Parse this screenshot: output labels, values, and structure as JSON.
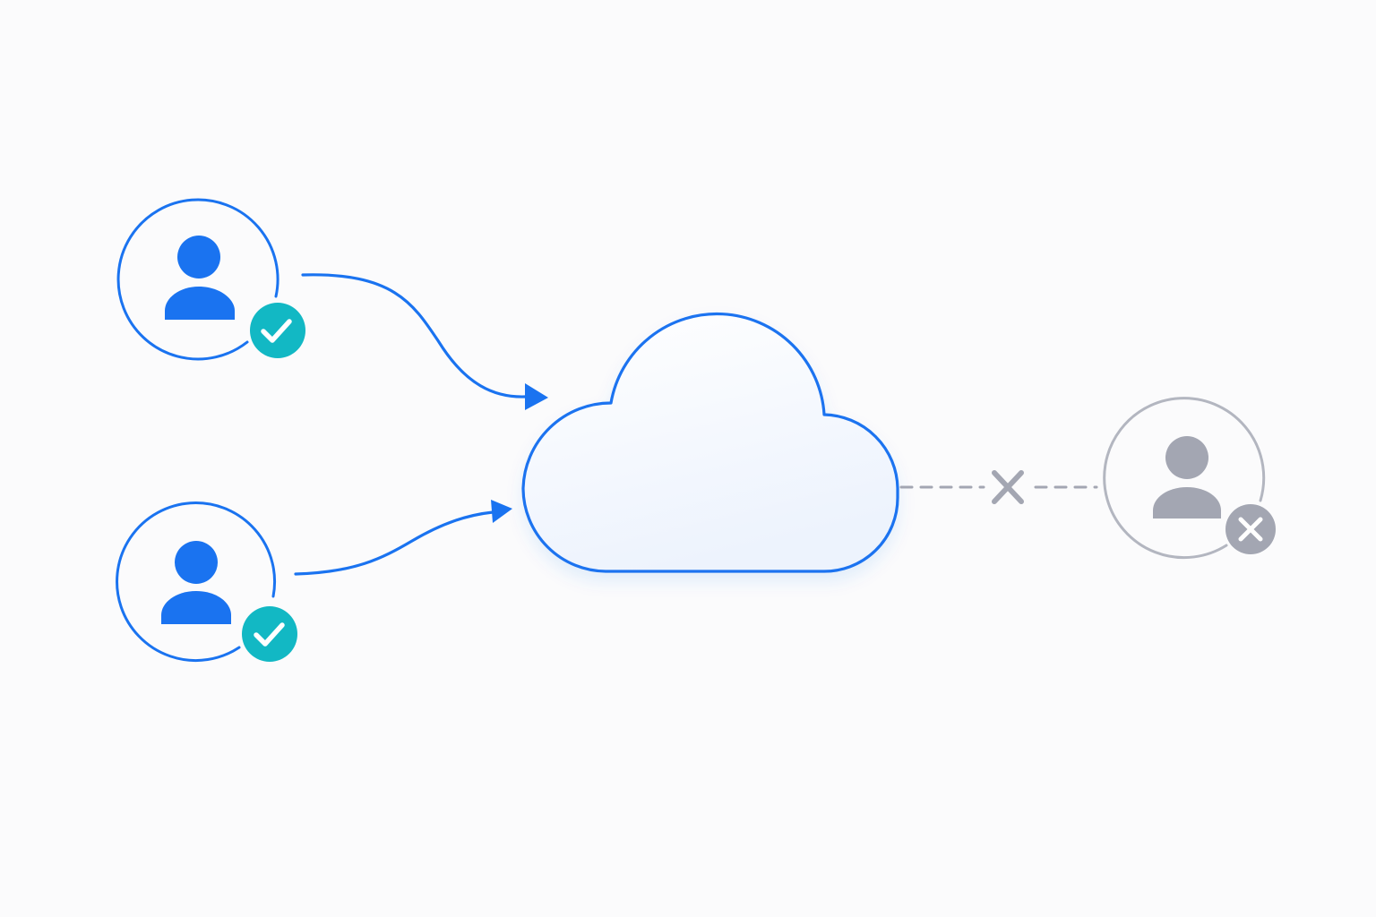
{
  "colors": {
    "background": "#fbfbfc",
    "accent_blue": "#1a73f0",
    "success_teal": "#12b8c4",
    "denied_gray": "#a3a6b2",
    "denied_ring": "#b3b6c0",
    "cloud_fill_top": "#ffffff",
    "cloud_fill_bottom": "#edf3fd",
    "badge_mark": "#ffffff"
  },
  "nodes": [
    {
      "name": "user-top-left",
      "status": "granted",
      "icon": "user-icon",
      "badge_icon": "check-icon"
    },
    {
      "name": "user-bottom-left",
      "status": "granted",
      "icon": "user-icon",
      "badge_icon": "check-icon"
    },
    {
      "name": "user-right",
      "status": "denied",
      "icon": "user-icon",
      "badge_icon": "x-icon"
    }
  ],
  "hub": {
    "icon": "cloud-icon"
  },
  "connections": [
    {
      "from": "user-top-left",
      "to": "cloud",
      "style": "solid-arrow"
    },
    {
      "from": "user-bottom-left",
      "to": "cloud",
      "style": "solid-arrow"
    },
    {
      "from": "cloud",
      "to": "user-right",
      "style": "dashed-blocked",
      "marker_icon": "blocked-x-icon"
    }
  ]
}
